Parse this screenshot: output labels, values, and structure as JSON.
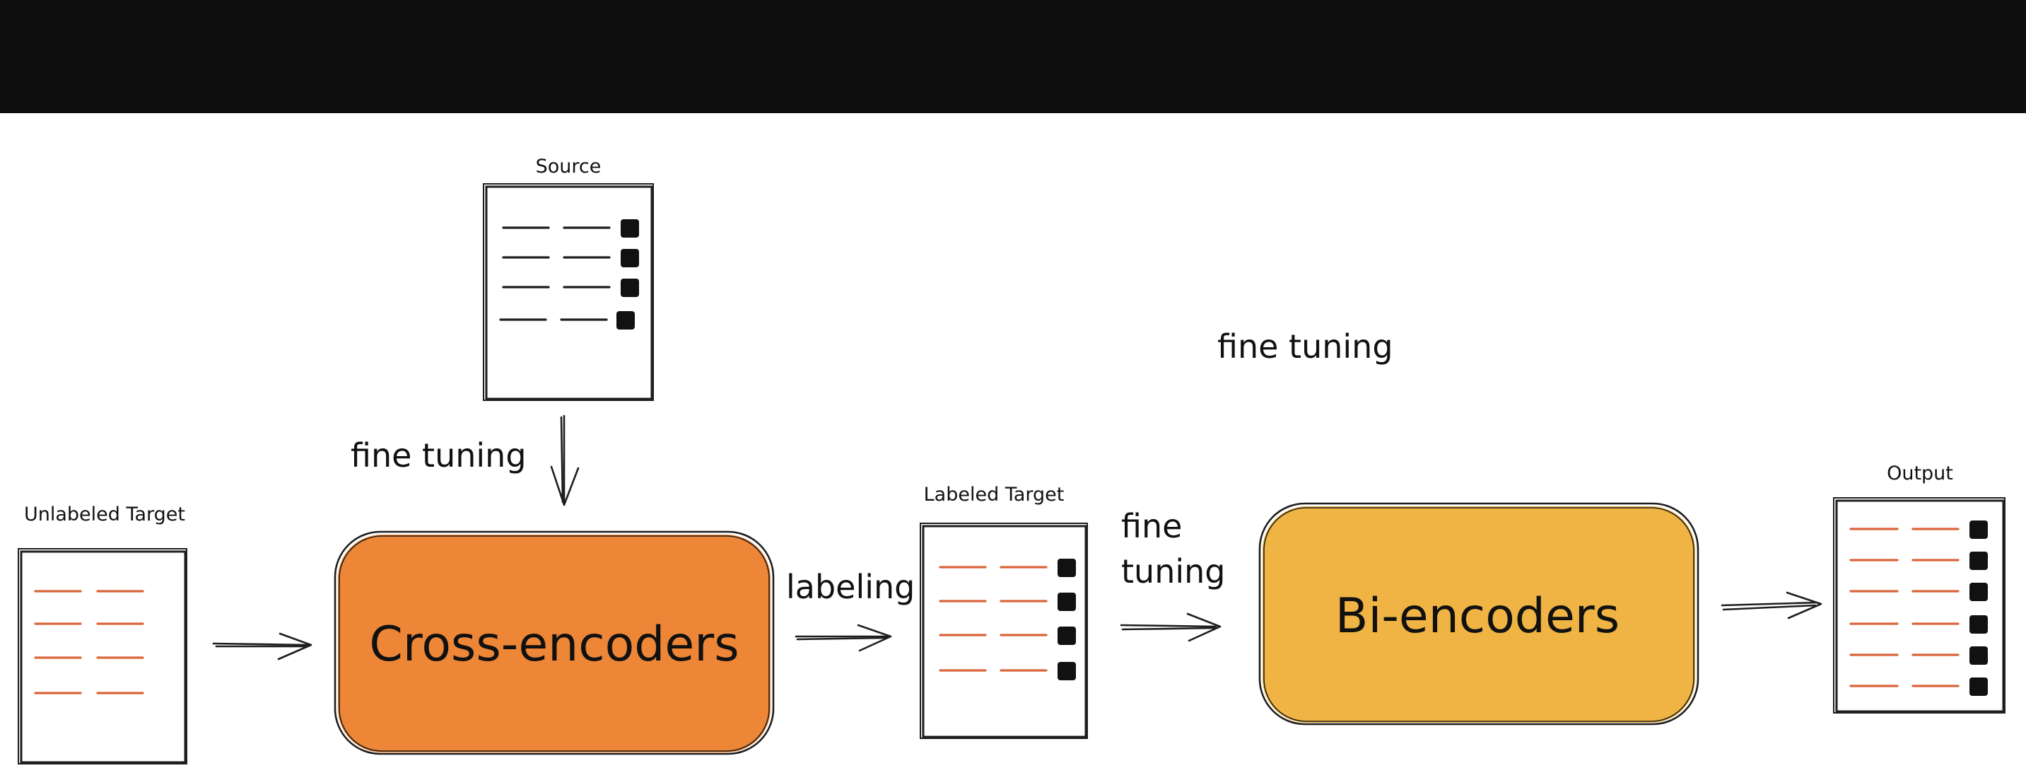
{
  "labels": {
    "source": "Source",
    "unlabeled_target": "Unlabeled Target",
    "labeled_target": "Labeled Target",
    "output": "Output",
    "fine_tuning_top": "fine tuning",
    "fine_tuning_floating": "fine tuning",
    "labeling": "labeling",
    "fine_tuning_line1": "fine",
    "fine_tuning_line2": "tuning"
  },
  "boxes": {
    "cross_encoders": "Cross-encoders",
    "bi_encoders": "Bi-encoders"
  },
  "colors": {
    "top_bar": "#0f0f0f",
    "cross_encoders_fill": "#ed8636",
    "bi_encoders_fill": "#efb443",
    "orange_lines": "#d9643a",
    "ink": "#1e1e1e"
  }
}
